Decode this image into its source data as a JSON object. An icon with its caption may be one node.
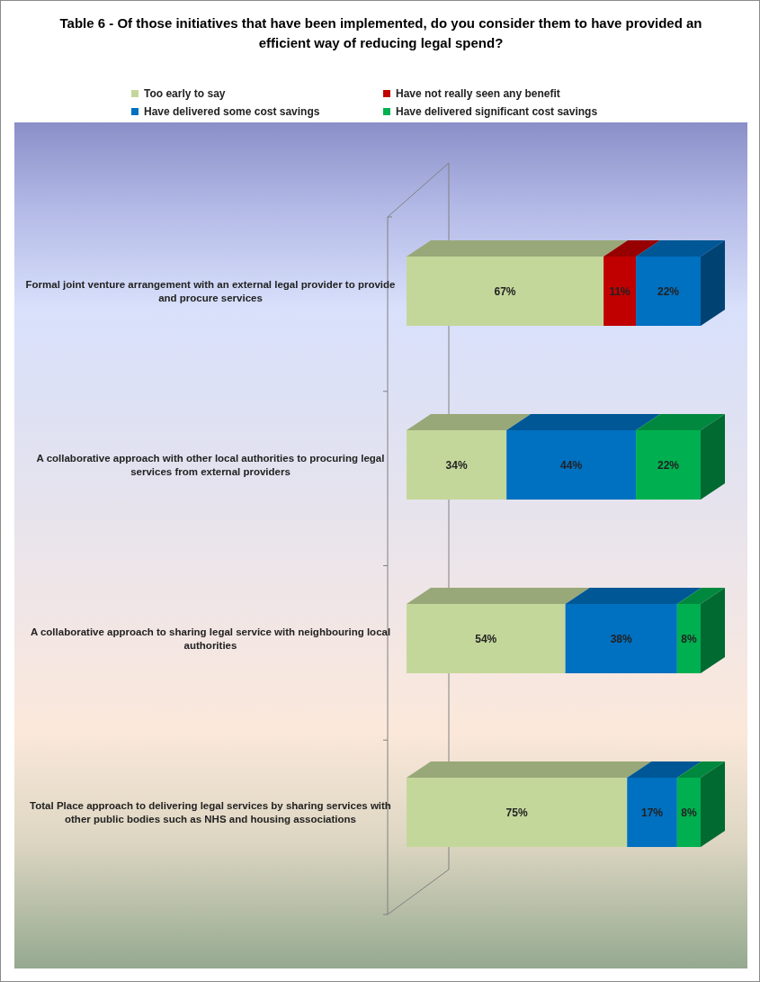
{
  "diagram": {
    "title": "Table 6 - Of those initiatives that have been implemented, do you consider them to have provided an efficient way of reducing legal spend?",
    "chart_data": {
      "type": "bar",
      "orientation": "horizontal",
      "stacked": true,
      "data_labels": true,
      "categories": [
        "Formal joint venture arrangement with an external legal provider to provide and procure services",
        "A collaborative approach with other local authorities to procuring legal services from external providers",
        "A collaborative approach to sharing legal service with neighbouring local authorities",
        "Total Place approach to delivering legal services by sharing services with other public bodies such as NHS and housing associations"
      ],
      "series": [
        {
          "name": "Too early to say",
          "color": "#c4d79b",
          "values": [
            67,
            34,
            54,
            75
          ],
          "value_labels": [
            "67%",
            "34%",
            "54%",
            "75%"
          ]
        },
        {
          "name": "Have not really seen any benefit",
          "color": "#c00000",
          "values": [
            11,
            null,
            null,
            null
          ],
          "value_labels": [
            "11%",
            null,
            null,
            null
          ]
        },
        {
          "name": "Have delivered some cost savings",
          "color": "#0070c0",
          "values": [
            22,
            44,
            38,
            17
          ],
          "value_labels": [
            "22%",
            "44%",
            "38%",
            "17%"
          ]
        },
        {
          "name": "Have delivered significant cost savings",
          "color": "#00b050",
          "values": [
            null,
            22,
            8,
            8
          ],
          "value_labels": [
            null,
            "22%",
            "8%",
            "8%"
          ]
        }
      ]
    }
  }
}
